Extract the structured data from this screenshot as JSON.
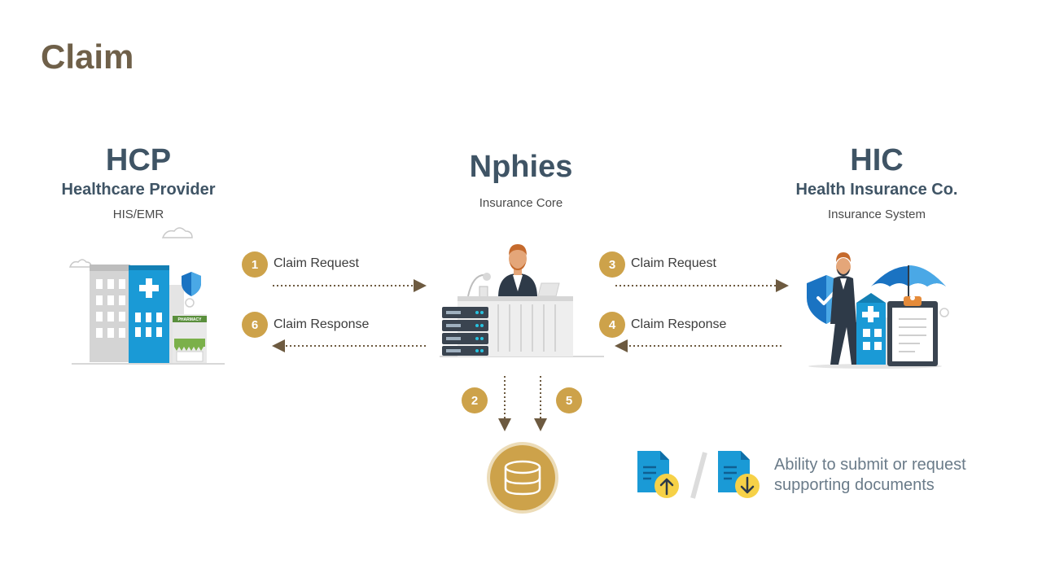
{
  "title": "Claim",
  "parties": {
    "hcp": {
      "abbr": "HCP",
      "full": "Healthcare Provider",
      "system": "HIS/EMR"
    },
    "nphies": {
      "abbr": "Nphies",
      "system": "Insurance Core"
    },
    "hic": {
      "abbr": "HIC",
      "full": "Health Insurance Co.",
      "system": "Insurance System"
    }
  },
  "steps": [
    {
      "num": "1",
      "label": "Claim Request"
    },
    {
      "num": "6",
      "label": "Claim Response"
    },
    {
      "num": "3",
      "label": "Claim Request"
    },
    {
      "num": "4",
      "label": "Claim Response"
    },
    {
      "num": "2",
      "label": ""
    },
    {
      "num": "5",
      "label": ""
    }
  ],
  "pharmacy_sign": "PHARMACY",
  "note": {
    "line1": "Ability to submit or request",
    "line2": "supporting documents"
  },
  "colors": {
    "accent": "#cda24a",
    "title": "#6f6049",
    "heading": "#3f5465",
    "blue": "#1a9ad6",
    "arrow": "#6d5a40"
  },
  "icons": [
    "hospital-icon",
    "shield-icon",
    "pharmacy-icon",
    "agent-at-desk-icon",
    "server-rack-icon",
    "insurance-agent-icon",
    "umbrella-icon",
    "clipboard-icon",
    "database-icon",
    "document-upload-icon",
    "document-download-icon"
  ]
}
